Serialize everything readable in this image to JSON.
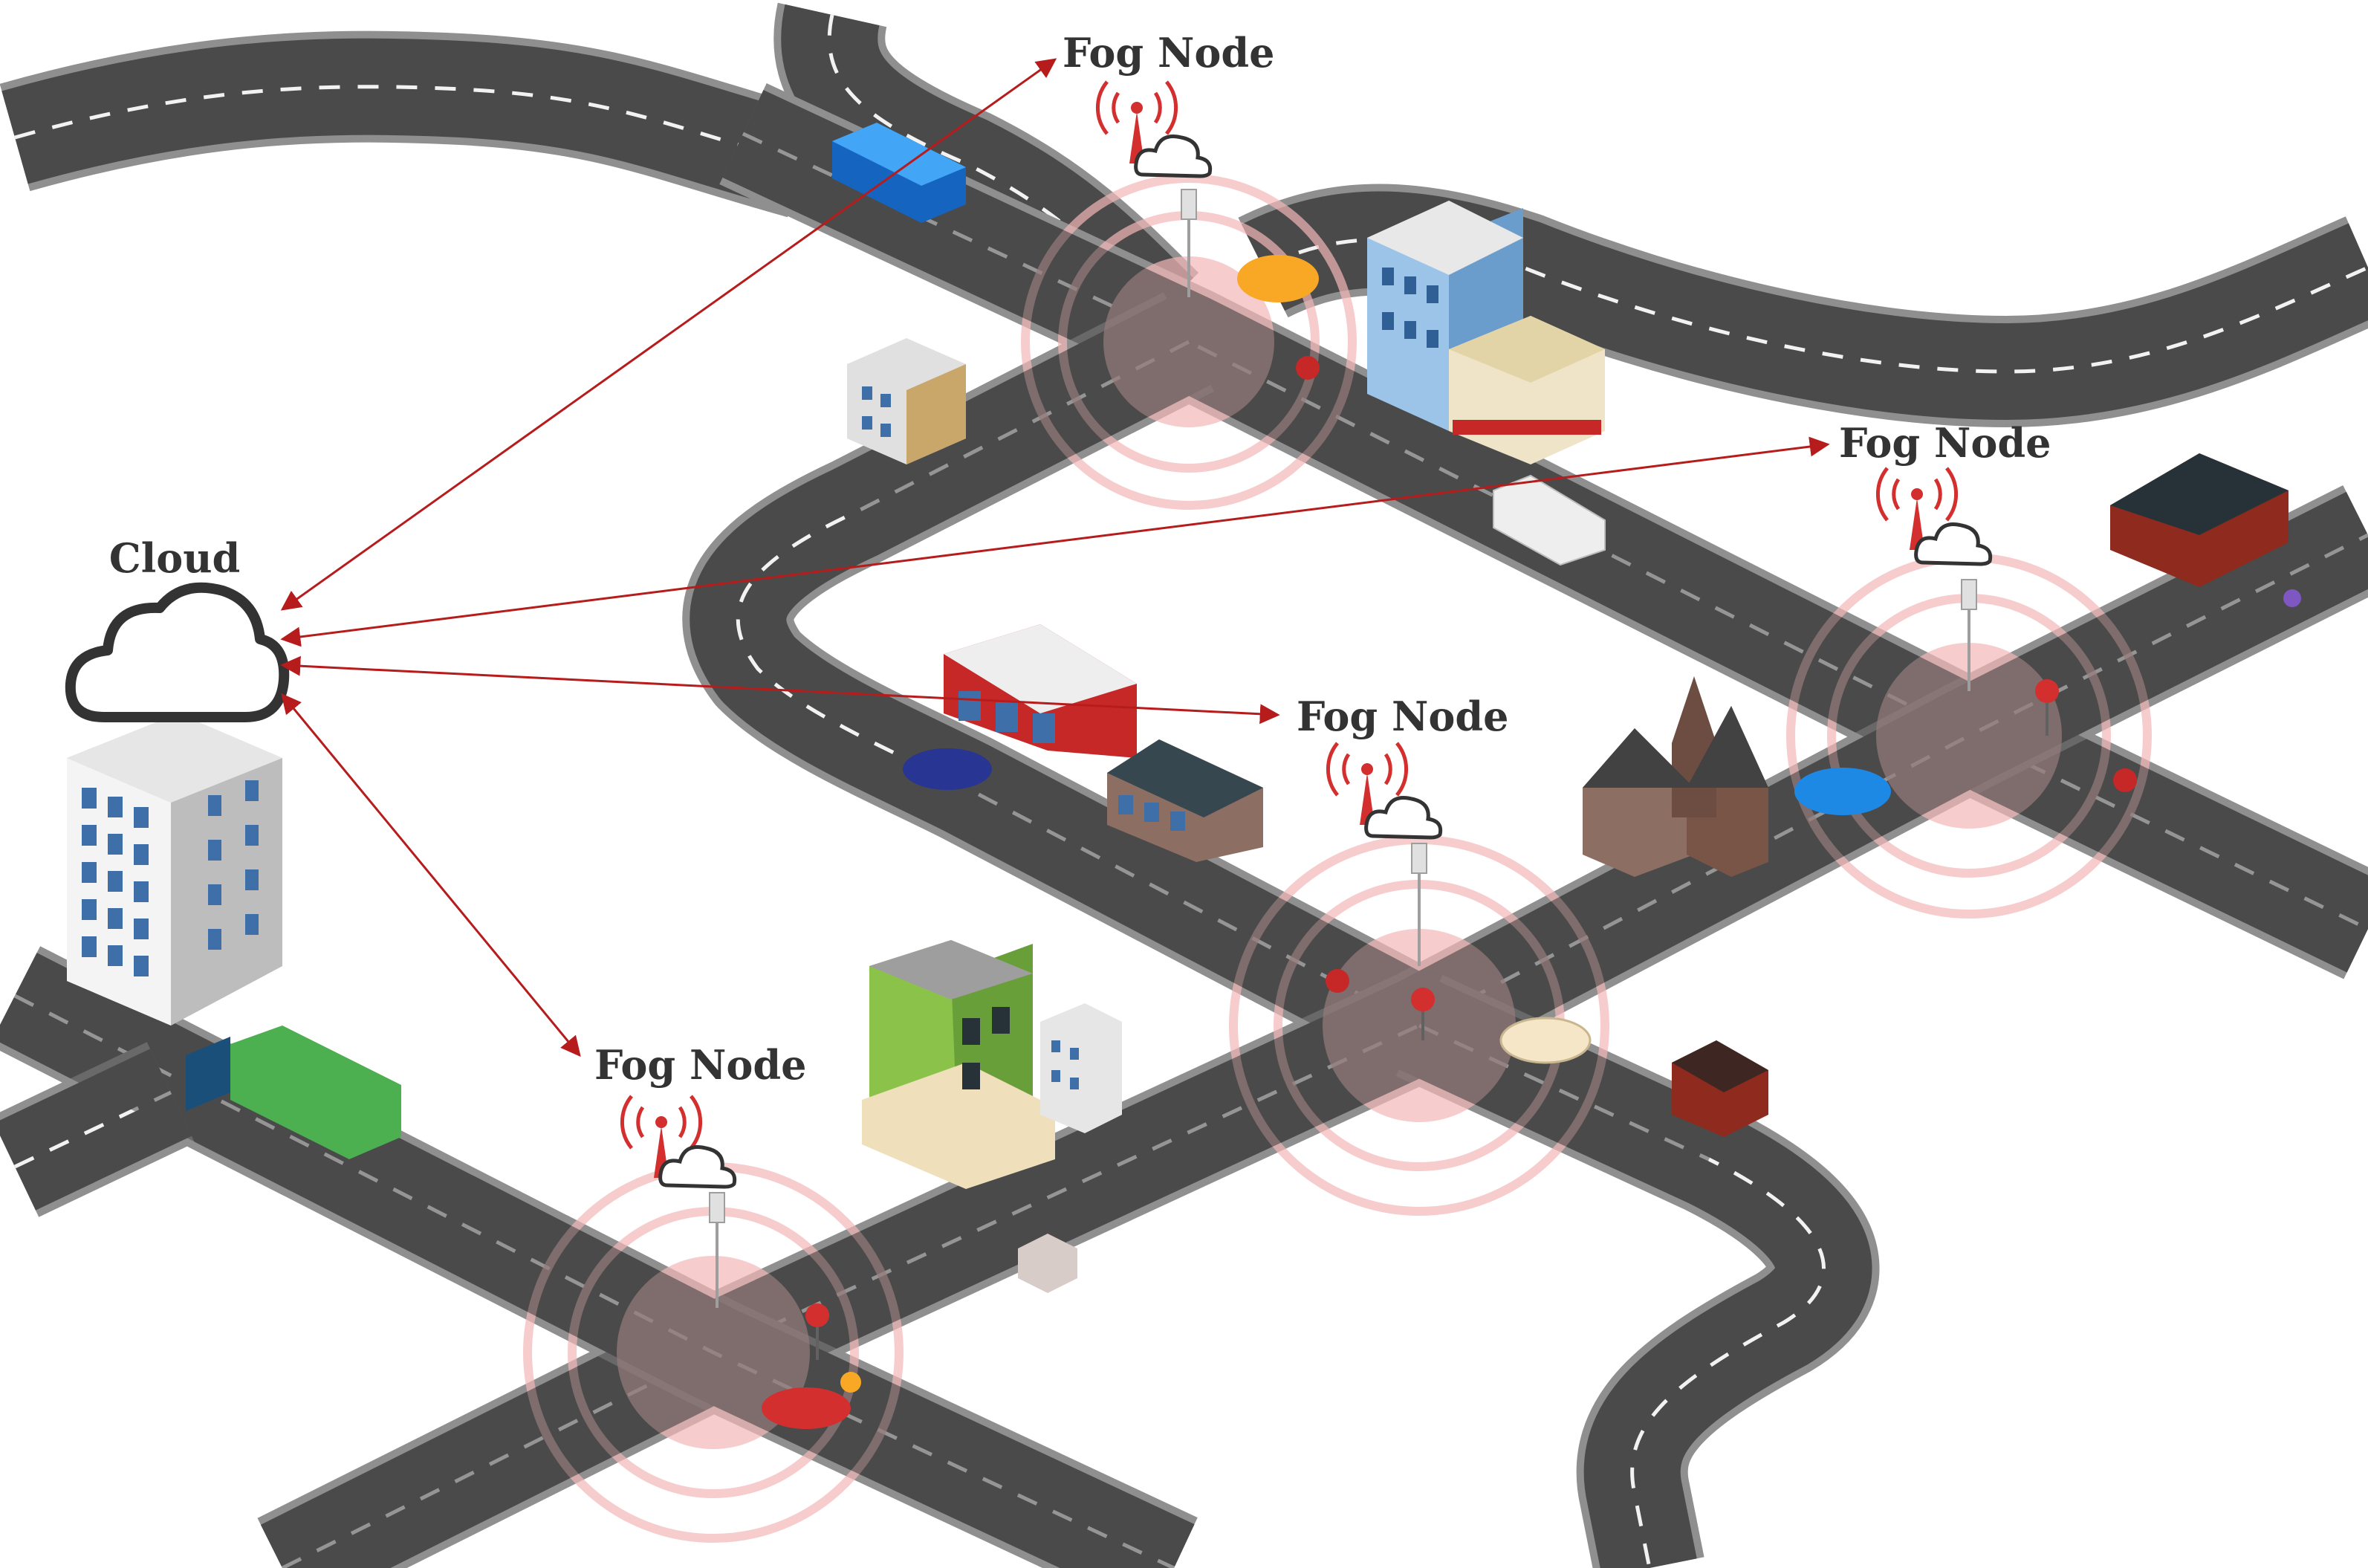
{
  "labels": {
    "cloud": "Cloud",
    "fog_node_1": "Fog Node",
    "fog_node_2": "Fog Node",
    "fog_node_3": "Fog Node",
    "fog_node_4": "Fog Node"
  },
  "colors": {
    "arrow": "#b71c1c",
    "label": "#333333",
    "road": "#4a4a4a",
    "road_edge": "#8f8f8f",
    "coverage": "#f2b6b6",
    "antenna": "#d32f2f"
  },
  "icons": [
    "cloud-icon",
    "antenna-icon",
    "cell-tower-icon",
    "building-icon",
    "car-icon",
    "truck-icon",
    "stop-sign-icon"
  ]
}
